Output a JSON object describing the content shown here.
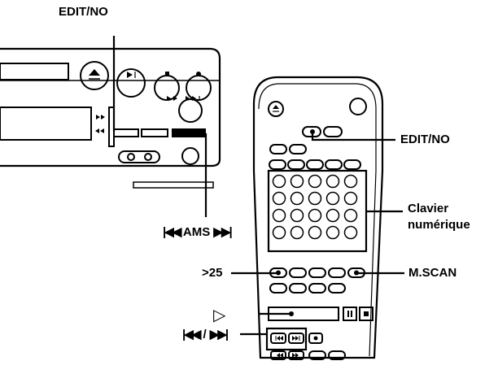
{
  "labels": {
    "edit_no_top": "EDIT/NO",
    "edit_no_right": "EDIT/NO",
    "ams_prev": "|◀◀",
    "ams_text": "AMS",
    "ams_next": "▶▶|",
    "keypad_line1": "Clavier",
    "keypad_line2": "numérique",
    "over25": ">25",
    "mscan": "M.SCAN",
    "play_symbol": "▷",
    "skip_prev": "|◀◀",
    "skip_sep": "/",
    "skip_next": "▶▶|"
  }
}
